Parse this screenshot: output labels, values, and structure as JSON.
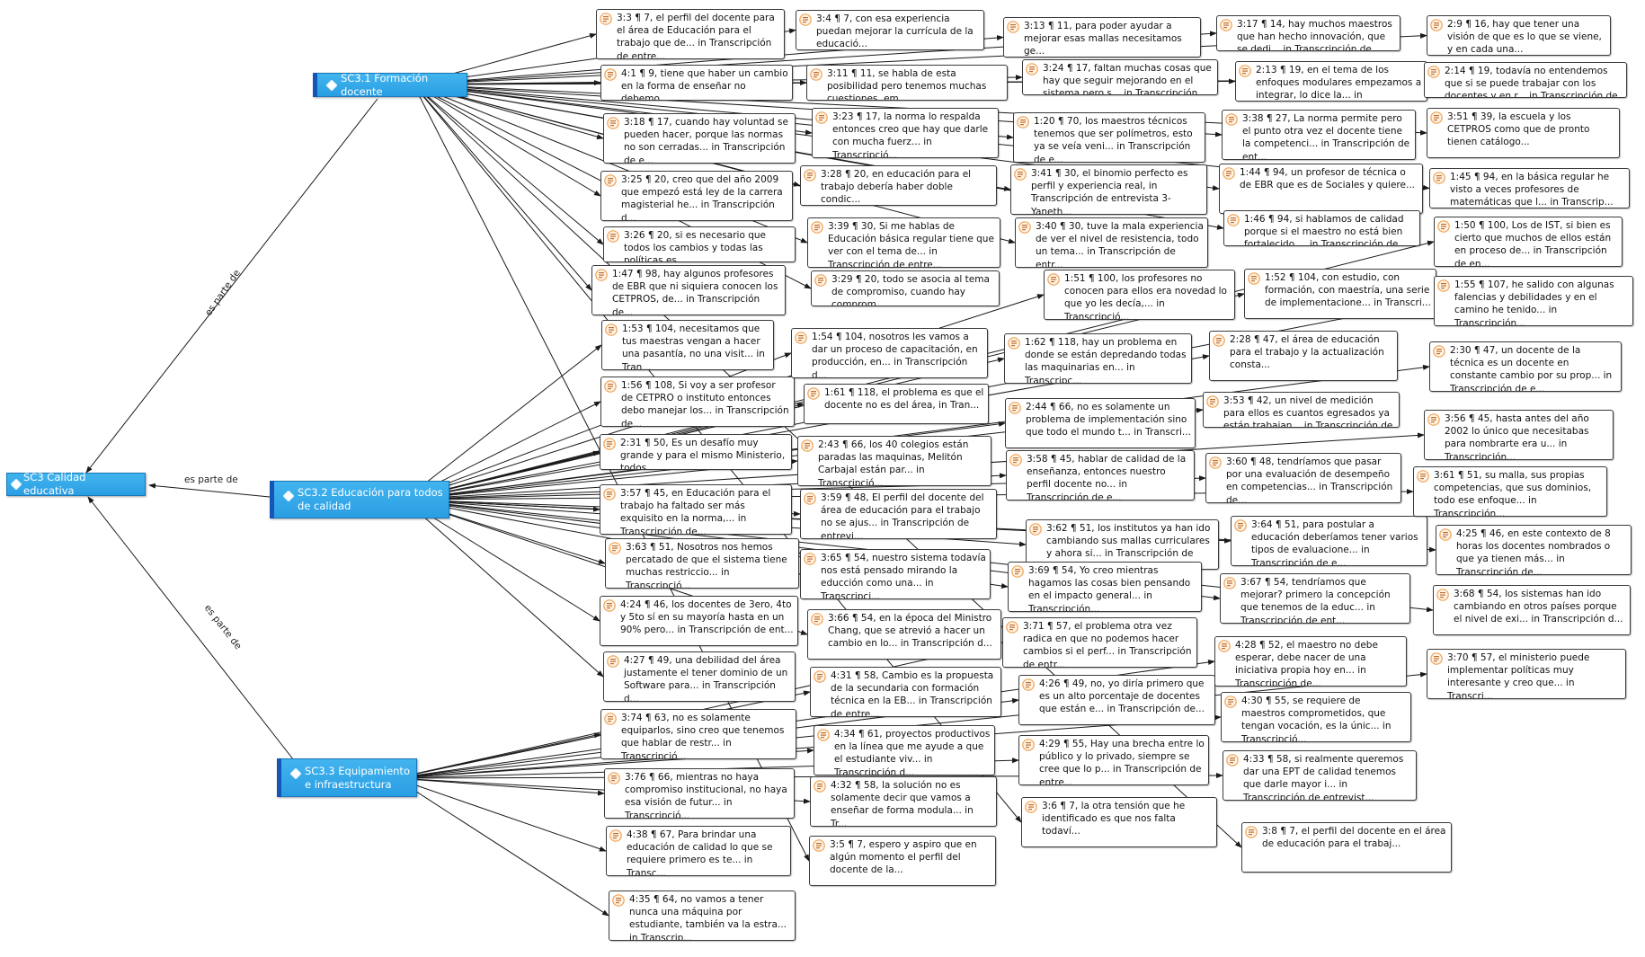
{
  "codes": [
    {
      "id": "sc3",
      "label": "SC3 Calidad educativa"
    },
    {
      "id": "sc31",
      "label": "SC3.1 Formación docente"
    },
    {
      "id": "sc32",
      "label": "SC3.2 Educación para todos de calidad"
    },
    {
      "id": "sc33",
      "label": "SC3.3 Equipamiento e infraestructura"
    }
  ],
  "relations": [
    {
      "from": "sc31",
      "to": "sc3",
      "label": "es parte de"
    },
    {
      "from": "sc32",
      "to": "sc3",
      "label": "es parte de"
    },
    {
      "from": "sc33",
      "to": "sc3",
      "label": "es parte de"
    }
  ],
  "icons": {
    "code": "diamond-icon",
    "quotation": "quotation-document-icon"
  },
  "colors": {
    "code_fill": "#2ea3e8",
    "code_bar": "#1655b8",
    "quote_icon": "#f0a050",
    "line": "#1a1a1a"
  },
  "quotes": [
    {
      "text": "3:3 ¶ 7, el perfil del docente para el área de Educación para el trabajo que de... in Transcripción de entre...",
      "link": "sc31"
    },
    {
      "text": "4:1 ¶ 9, tiene que haber un cambio en la forma de enseñar no debemo...",
      "link": "sc31"
    },
    {
      "text": "3:18 ¶ 17, cuando hay voluntad se pueden hacer, porque las normas no son cerradas... in Transcripción de e...",
      "link": "sc31"
    },
    {
      "text": "3:25 ¶ 20, creo que del año 2009 que empezó está ley de la carrera magisterial he... in Transcripción d...",
      "link": "sc31"
    },
    {
      "text": "3:26 ¶ 20, si es necesario que todos los cambios y todas las políticas es...",
      "link": "sc31"
    },
    {
      "text": "1:47 ¶ 98, hay algunos profesores de EBR que ni siquiera conocen los CETPROS, de... in Transcripción de...",
      "link": "sc31"
    },
    {
      "text": "1:53 ¶ 104, necesitamos que tus maestras vengan a hacer una pasantía, no una visit... in Tran...",
      "link": "sc32"
    },
    {
      "text": "1:56 ¶ 108, Si voy a ser profesor de CETPRO o instituto entonces debo manejar los... in Transcripción de...",
      "link": "sc32"
    },
    {
      "text": "2:31 ¶ 50, Es un desafío muy grande y para el mismo Ministerio, todos...",
      "link": "sc32"
    },
    {
      "text": "3:57 ¶ 45, en Educación para el trabajo ha faltado ser más exquisito en la norma,... in Transcripción de...",
      "link": "sc32"
    },
    {
      "text": "3:63 ¶ 51, Nosotros nos hemos percatado de que el sistema tiene muchas restriccio... in Transcripció...",
      "link": "sc32"
    },
    {
      "text": "4:24 ¶ 46, los docentes de 3ero, 4to y 5to sí en su mayoría hasta en un 90% pero... in Transcripción de ent...",
      "link": "sc32"
    },
    {
      "text": "4:27 ¶ 49, una debilidad del área justamente el tener dominio de un Software para... in Transcripción d...",
      "link": "sc32"
    },
    {
      "text": "3:74 ¶ 63, no es solamente equiparlos, sino creo que tenemos que hablar de restr... in Transcripció...",
      "link": "sc33"
    },
    {
      "text": "3:76 ¶ 66, mientras no haya compromiso institucional, no haya esa visión de futur... in Transcripció...",
      "link": "sc33"
    },
    {
      "text": "4:38 ¶ 67, Para brindar una educación de calidad lo que se requiere primero es te... in Transc...",
      "link": "sc33"
    },
    {
      "text": "4:35 ¶ 64, no vamos a tener nunca una máquina por estudiante, también va la estra... in Transcrip...",
      "link": "sc33"
    },
    {
      "text": "3:4 ¶ 7, con esa experiencia puedan mejorar la currícula de la educació...",
      "link": "sc31"
    },
    {
      "text": "3:11 ¶ 11, se habla de esta posibilidad pero tenemos muchas cuestiones, em...",
      "link": "sc31"
    },
    {
      "text": "3:23 ¶ 17, la norma lo respalda entonces creo que hay que darle con mucha fuerz... in Transcripció...",
      "link": "sc31"
    },
    {
      "text": "3:28 ¶ 20, en educación para el trabajo debería haber doble condic...",
      "link": "sc31"
    },
    {
      "text": "3:39 ¶ 30, Si me hablas de Educación básica regular tiene que ver con el tema de... in Transcripción de entre...",
      "link": "sc31"
    },
    {
      "text": "3:29 ¶ 20, todo se asocia al tema de compromiso, cuando hay comprom...",
      "link": "sc31"
    },
    {
      "text": "1:54 ¶ 104, nosotros les vamos a dar un proceso de capacitación, en producción, en... in Transcripción d...",
      "link": "sc32"
    },
    {
      "text": "1:61 ¶ 118, el problema es que el docente no es del área, in Tran...",
      "link": "sc32"
    },
    {
      "text": "2:43 ¶ 66, los 40 colegios están paradas las maquinas, Melitón Carbajal están par... in Transcripció...",
      "link": "sc32"
    },
    {
      "text": "3:59 ¶ 48, El perfil del docente del área de educación para el trabajo no se ajus... in Transcripción de entrevi...",
      "link": "sc32"
    },
    {
      "text": "3:65 ¶ 54, nuestro sistema todavía nos está pensado mirando la educción como una... in Transcripci...",
      "link": "sc32"
    },
    {
      "text": "3:66 ¶ 54, en la época del Ministro Chang, que se atrevió a hacer un cambio en lo... in Transcripción d...",
      "link": "sc32"
    },
    {
      "text": "4:31 ¶ 58, Cambio es la propuesta de la secundaria con formación técnica en la EB... in Transcripción de entre...",
      "link": "sc33"
    },
    {
      "text": "4:34 ¶ 61, proyectos productivos en la línea que me ayude a que el estudiante viv... in Transcripción d...",
      "link": "sc33"
    },
    {
      "text": "4:32 ¶ 58, la solución no es solamente decir que vamos a enseñar de forma modula... in Tr...",
      "link": "sc33"
    },
    {
      "text": "3:5 ¶ 7, espero y aspiro que en algún momento el perfil del docente de la...",
      "link": "sc31"
    },
    {
      "text": "3:13 ¶ 11, para poder ayudar a mejorar esas mallas necesitamos ge...",
      "link": "sc31"
    },
    {
      "text": "3:24 ¶ 17, faltan muchas cosas que hay que seguir mejorando en el sistema pero s... in Transcripción de...",
      "link": "sc31"
    },
    {
      "text": "1:20 ¶ 70, los maestros técnicos tenemos que ser polímetros, esto ya se veía veni... in Transcripción de e...",
      "link": "sc31"
    },
    {
      "text": "3:41 ¶ 30, el binomio perfecto es perfil y experiencia real, in Transcripción de entrevista 3-Yaneth...",
      "link": "sc31"
    },
    {
      "text": "3:40 ¶ 30, tuve la mala experiencia de ver el nivel de resistencia, todo un tema... in Transcripción de entr...",
      "link": "sc31"
    },
    {
      "text": "1:51 ¶ 100, los profesores no conocen para ellos era novedad lo que yo les decía,... in Transcripció...",
      "link": "sc32"
    },
    {
      "text": "1:62 ¶ 118, hay un problema en donde se están depredando todas las maquinarias en... in Transcripc...",
      "link": "sc32"
    },
    {
      "text": "2:44 ¶ 66, no es solamente un problema de implementación sino que todo el mundo t... in Transcri...",
      "link": "sc32"
    },
    {
      "text": "3:58 ¶ 45, hablar de calidad de la enseñanza, entonces nuestro perfil docente no... in Transcripción de e...",
      "link": "sc32"
    },
    {
      "text": "3:62 ¶ 51, los institutos ya han ido cambiando sus mallas curriculares y ahora si... in Transcripción de entre...",
      "link": "sc32"
    },
    {
      "text": "3:69 ¶ 54, Yo creo mientras hagamos las cosas bien pensando en el impacto general... in Transcripción...",
      "link": "sc32"
    },
    {
      "text": "3:71 ¶ 57, el problema otra vez radica en que no podemos hacer cambios si el perf... in Transcripción de entr...",
      "link": "sc33"
    },
    {
      "text": "4:26 ¶ 49, no, yo diría primero que es un alto porcentaje de docentes que están e... in Transcripción de...",
      "link": "sc33"
    },
    {
      "text": "4:29 ¶ 55, Hay una brecha entre lo público y lo privado, siempre se cree que lo p... in Transcripción de entre...",
      "link": "sc33"
    },
    {
      "text": "3:6 ¶ 7, la otra tensión que he identificado es que nos falta todaví...",
      "link": "sc31"
    },
    {
      "text": "3:17 ¶ 14, hay muchos maestros que han hecho innovación, que se dedi... in Transcripción de entrevi...",
      "link": "sc31"
    },
    {
      "text": "2:13 ¶ 19, en el tema de los enfoques modulares empezamos a integrar, lo dice la... in Transcripción de entrevi...",
      "link": "sc31"
    },
    {
      "text": "3:38 ¶ 27, La norma permite pero el punto otra vez el docente tiene la competenci... in Transcripción de ent...",
      "link": "sc31"
    },
    {
      "text": "1:44 ¶ 94, un profesor de técnica o de EBR que es de Sociales y quiere...",
      "link": "sc31"
    },
    {
      "text": "1:46 ¶ 94, si hablamos de calidad porque si el maestro no está bien fortalecido,... in Transcripción de...",
      "link": "sc31"
    },
    {
      "text": "1:52 ¶ 104, con estudio, con formación, con maestría, una serie de implementacione... in Transcri...",
      "link": "sc32"
    },
    {
      "text": "2:28 ¶ 47, el área de educación para el trabajo y la actualización consta...",
      "link": "sc32"
    },
    {
      "text": "3:53 ¶ 42, un nivel de medición para ellos es cuantos egresados ya están trabajan... in Transcripción de entre...",
      "link": "sc32"
    },
    {
      "text": "3:60 ¶ 48, tendríamos que pasar por una evaluación de desempeño en competencias... in Transcripción de...",
      "link": "sc32"
    },
    {
      "text": "3:64 ¶ 51, para postular a educación deberíamos tener varios tipos de evaluacione... in Transcripción de e...",
      "link": "sc32"
    },
    {
      "text": "3:67 ¶ 54, tendríamos que mejorar? primero la concepción que tenemos de la educ... in Transcripción de ent...",
      "link": "sc32"
    },
    {
      "text": "4:28 ¶ 52, el maestro no debe esperar, debe nacer de una iniciativa propia hoy en... in Transcripción de...",
      "link": "sc33"
    },
    {
      "text": "4:30 ¶ 55, se requiere de maestros comprometidos, que tengan vocación, es la únic... in Transcripció...",
      "link": "sc33"
    },
    {
      "text": "4:33 ¶ 58, si realmente queremos dar una EPT de calidad tenemos que darle mayor i... in Transcripción de entrevist...",
      "link": "sc33"
    },
    {
      "text": "3:8 ¶ 7, el perfil del docente en el área de educación para el trabaj...",
      "link": "sc31"
    },
    {
      "text": "2:9 ¶ 16, hay que tener una visión de que es lo que se viene, y en cada una...",
      "link": "sc31"
    },
    {
      "text": "2:14 ¶ 19, todavía no entendemos que si se puede trabajar con los docentes y en r... in Transcripción de entrevis...",
      "link": "sc31"
    },
    {
      "text": "3:51 ¶ 39, la escuela y los CETPROS como que de pronto tienen catálogo...",
      "link": "sc31"
    },
    {
      "text": "1:45 ¶ 94, en la básica regular he visto a veces profesores de matemáticas que l... in Transcrip...",
      "link": "sc31"
    },
    {
      "text": "1:50 ¶ 100, Los de IST, si bien es cierto que muchos de ellos están en proceso de... in Transcripción de en...",
      "link": "sc32"
    },
    {
      "text": "1:55 ¶ 107, he salido con algunas falencias y debilidades y en el camino he tenido... in Transcripción...",
      "link": "sc32"
    },
    {
      "text": "2:30 ¶ 47, un docente de la técnica es un docente en constante cambio por su prop... in Transcripción de e...",
      "link": "sc32"
    },
    {
      "text": "3:56 ¶ 45, hasta antes del año 2002 lo único que necesitabas para nombrarte era u... in Transcripción...",
      "link": "sc32"
    },
    {
      "text": "3:61 ¶ 51, su malla, sus propias competencias, que sus dominios, todo ese enfoque... in Transcripción...",
      "link": "sc32"
    },
    {
      "text": "4:25 ¶ 46, en este contexto de 8 horas los docentes nombrados o que ya tienen más... in Transcripción de...",
      "link": "sc32"
    },
    {
      "text": "3:68 ¶ 54, los sistemas han ido cambiando en otros países porque el nivel de exi... in Transcripción d...",
      "link": "sc32"
    },
    {
      "text": "3:70 ¶ 57, el ministerio puede implementar políticas muy interesante y creo que... in Transcri...",
      "link": "sc33"
    }
  ]
}
